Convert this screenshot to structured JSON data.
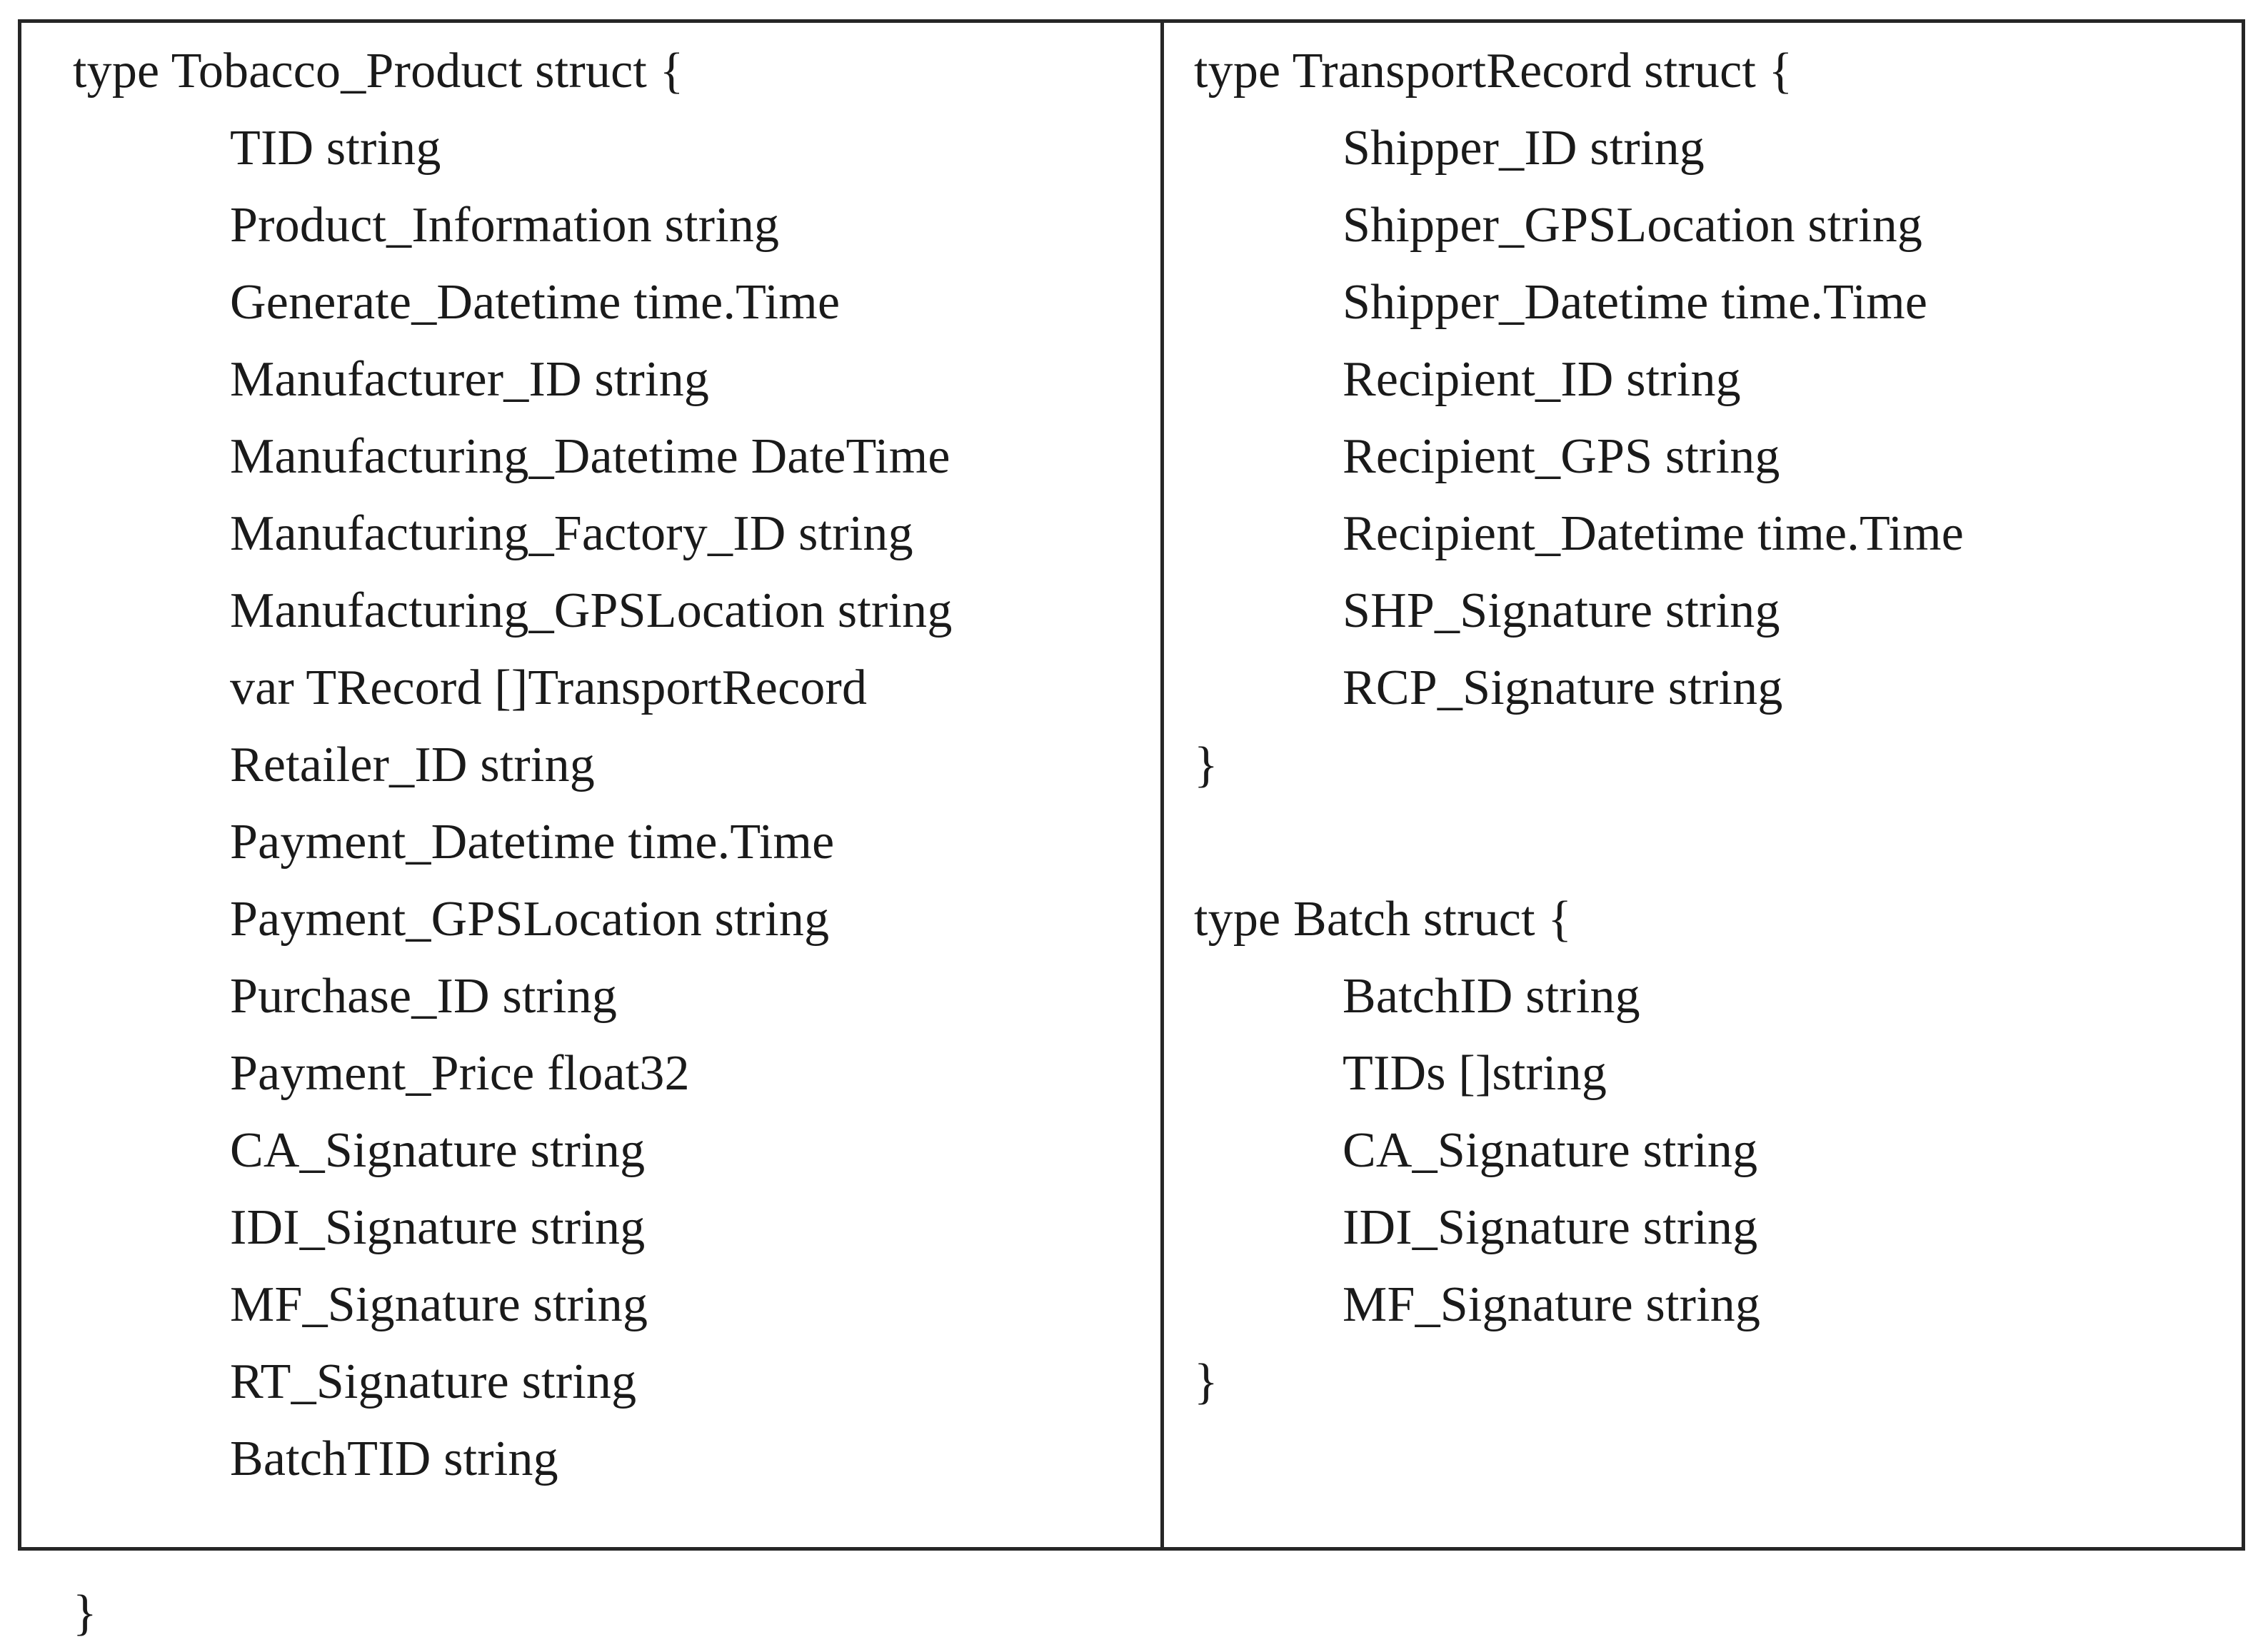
{
  "figure": {
    "kind": "go-struct-definitions-figure",
    "border_color": "#262626",
    "text_color": "#1a1a1a",
    "background_color": "#ffffff"
  },
  "left_column": {
    "struct_name": "Tobacco_Product",
    "lines": [
      {
        "text": "type Tobacco_Product struct {",
        "indent": 0
      },
      {
        "text": "TID string",
        "indent": 1
      },
      {
        "text": "Product_Information string",
        "indent": 1
      },
      {
        "text": "Generate_Datetime time.Time",
        "indent": 1
      },
      {
        "text": "Manufacturer_ID string",
        "indent": 1
      },
      {
        "text": "Manufacturing_Datetime DateTime",
        "indent": 1
      },
      {
        "text": "Manufacturing_Factory_ID string",
        "indent": 1
      },
      {
        "text": "Manufacturing_GPSLocation string",
        "indent": 1
      },
      {
        "text": "var TRecord []TransportRecord",
        "indent": 1
      },
      {
        "text": "Retailer_ID string",
        "indent": 1
      },
      {
        "text": "Payment_Datetime time.Time",
        "indent": 1
      },
      {
        "text": "Payment_GPSLocation string",
        "indent": 1
      },
      {
        "text": "Purchase_ID string",
        "indent": 1
      },
      {
        "text": "Payment_Price float32",
        "indent": 1
      },
      {
        "text": "CA_Signature string",
        "indent": 1
      },
      {
        "text": "IDI_Signature string",
        "indent": 1
      },
      {
        "text": "MF_Signature string",
        "indent": 1
      },
      {
        "text": "RT_Signature string",
        "indent": 1
      },
      {
        "text": "BatchTID string",
        "indent": 1
      },
      {
        "text": "",
        "indent": 0
      },
      {
        "text": "}",
        "indent": 0
      }
    ]
  },
  "right_column": {
    "struct_names": [
      "TransportRecord",
      "Batch"
    ],
    "lines": [
      {
        "text": "type TransportRecord struct {",
        "indent": 0
      },
      {
        "text": "Shipper_ID string",
        "indent": 1
      },
      {
        "text": "Shipper_GPSLocation string",
        "indent": 1
      },
      {
        "text": "Shipper_Datetime time.Time",
        "indent": 1
      },
      {
        "text": "Recipient_ID string",
        "indent": 1
      },
      {
        "text": "Recipient_GPS string",
        "indent": 1
      },
      {
        "text": "Recipient_Datetime time.Time",
        "indent": 1
      },
      {
        "text": "SHP_Signature string",
        "indent": 1
      },
      {
        "text": "RCP_Signature string",
        "indent": 1
      },
      {
        "text": "}",
        "indent": 0
      },
      {
        "text": "",
        "indent": 0
      },
      {
        "text": "type Batch struct {",
        "indent": 0
      },
      {
        "text": "BatchID string",
        "indent": 1
      },
      {
        "text": "TIDs []string",
        "indent": 1
      },
      {
        "text": "CA_Signature string",
        "indent": 1
      },
      {
        "text": "IDI_Signature string",
        "indent": 1
      },
      {
        "text": "MF_Signature string",
        "indent": 1
      },
      {
        "text": "}",
        "indent": 0
      }
    ]
  }
}
